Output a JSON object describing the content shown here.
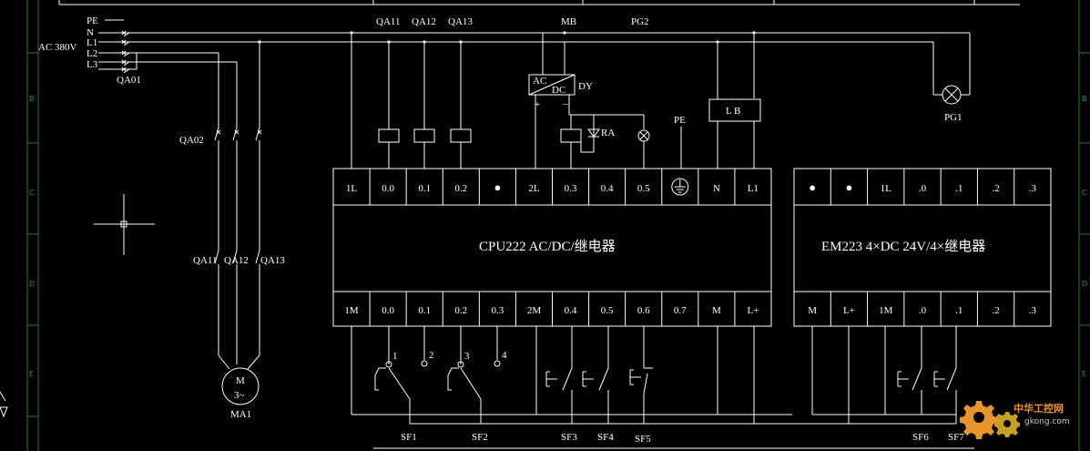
{
  "colors": {
    "background": "#000000",
    "line": "#ffffff",
    "border": "#2d7a2d",
    "logo_orange": "#e8962a"
  },
  "mains": {
    "voltage_label": "AC 380V",
    "lines": [
      "PE",
      "N",
      "L1",
      "L2",
      "L3"
    ],
    "breaker": "QA01"
  },
  "top_labels": [
    "QA11",
    "QA12",
    "QA13",
    "MB",
    "PG2"
  ],
  "left_circuit": {
    "breaker": "QA02",
    "contacts": [
      "QA11",
      "QA12",
      "QA13"
    ],
    "motor_symbol": "M",
    "motor_phase": "3~",
    "motor_label": "MA1"
  },
  "border_marks": [
    "B",
    "C",
    "D",
    "E"
  ],
  "power_supply": {
    "ac": "AC",
    "dc": "DC",
    "label": "DY",
    "plus": "+",
    "minus": "−"
  },
  "relay_label": "RA",
  "pe_label": "PE",
  "lb_label": "L B",
  "lamp_label": "PG1",
  "cpu": {
    "title": "CPU222   AC/DC/继电器",
    "top_terminals": [
      "1L",
      "0.0",
      "0.1",
      "0.2",
      "●",
      "2L",
      "0.3",
      "0.4",
      "0.5",
      "⏚",
      "N",
      "L1"
    ],
    "bottom_terminals": [
      "1M",
      "0.0",
      "0.1",
      "0.2",
      "0.3",
      "2M",
      "0.4",
      "0.5",
      "0.6",
      "0.7",
      "M",
      "L+"
    ]
  },
  "em": {
    "title": "EM223  4×DC 24V/4×继电器",
    "top_terminals": [
      "●",
      "●",
      "1L",
      ".0",
      ".1",
      ".2",
      ".3"
    ],
    "bottom_terminals": [
      "M",
      "L+",
      "1M",
      ".0",
      ".1",
      ".2",
      ".3"
    ]
  },
  "switch_numbers": [
    "1",
    "2",
    "3",
    "4"
  ],
  "switch_labels": [
    "SF1",
    "SF2",
    "SF3",
    "SF4",
    "SF5",
    "SF6",
    "SF7"
  ],
  "logo": {
    "name": "中华工控网",
    "url": "gkong.com"
  }
}
